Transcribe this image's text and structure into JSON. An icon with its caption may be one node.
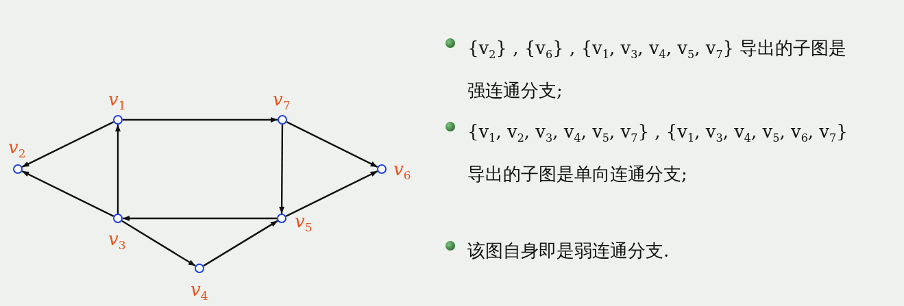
{
  "diagram": {
    "nodes": [
      {
        "text": [],
        "shape": "circle",
        "beside": [
          "v$_{1}$"
        ]
      },
      {
        "text": [],
        "shape": "circle",
        "beside": [
          "v$_{2}$"
        ]
      },
      {
        "text": [],
        "shape": "circle",
        "beside": [
          "v$_{3}$"
        ]
      },
      {
        "text": [],
        "shape": "circle",
        "beside": [
          "v$_{4}$"
        ]
      },
      {
        "text": [],
        "shape": "circle",
        "beside": [
          "v$_{5}$"
        ]
      },
      {
        "text": [],
        "shape": "circle",
        "beside": [
          "v$_{6}$"
        ]
      },
      {
        "text": [],
        "shape": "circle",
        "beside": [
          "v$_{7}$"
        ]
      }
    ],
    "edges": [
      {
        "from": 0,
        "to": 1,
        "arrow": "to"
      },
      {
        "from": 2,
        "to": 1,
        "arrow": "to"
      },
      {
        "from": 2,
        "to": 0,
        "arrow": "to"
      },
      {
        "from": 0,
        "to": 6,
        "arrow": "to"
      },
      {
        "from": 6,
        "to": 4,
        "arrow": "to"
      },
      {
        "from": 6,
        "to": 5,
        "arrow": "to"
      },
      {
        "from": 4,
        "to": 5,
        "arrow": "to"
      },
      {
        "from": 4,
        "to": 2,
        "arrow": "to"
      },
      {
        "from": 2,
        "to": 3,
        "arrow": "to"
      },
      {
        "from": 3,
        "to": 4,
        "arrow": "to"
      }
    ],
    "labels": [
      "{v$_{2}$} , {v$_{6}$} , {v$_{1}$, v$_{3}$, v$_{4}$, v$_{5}$, v$_{7}$} 导出的子图是强连通分支;",
      "{v$_{1}$, v$_{2}$, v$_{3}$, v$_{4}$, v$_{5}$, v$_{7}$} , {v$_{1}$, v$_{3}$, v$_{4}$, v$_{5}$, v$_{6}$, v$_{7}$} 导出的子图是单向连通分支;",
      "该图自身即是弱连通分支."
    ]
  }
}
